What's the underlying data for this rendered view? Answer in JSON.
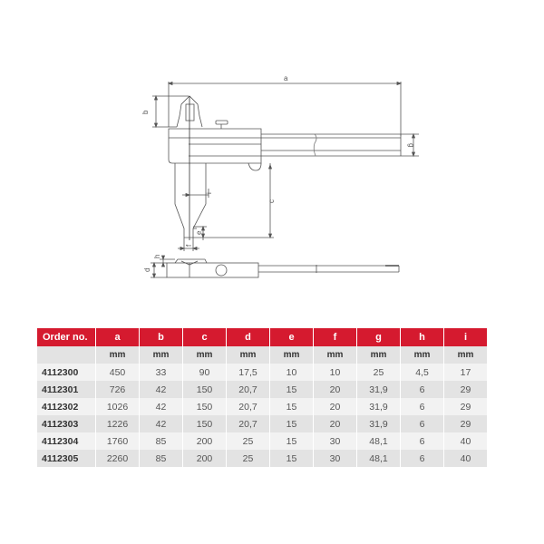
{
  "drawing": {
    "labels": {
      "a": "a",
      "b": "b",
      "c": "c",
      "d": "d",
      "e": "e",
      "f": "f",
      "g": "g",
      "h": "h",
      "i": "i"
    }
  },
  "table": {
    "headers": [
      "Order no.",
      "a",
      "b",
      "c",
      "d",
      "e",
      "f",
      "g",
      "h",
      "i"
    ],
    "units": [
      "",
      "mm",
      "mm",
      "mm",
      "mm",
      "mm",
      "mm",
      "mm",
      "mm",
      "mm"
    ],
    "rows": [
      [
        "4112300",
        "450",
        "33",
        "90",
        "17,5",
        "10",
        "10",
        "25",
        "4,5",
        "17"
      ],
      [
        "4112301",
        "726",
        "42",
        "150",
        "20,7",
        "15",
        "20",
        "31,9",
        "6",
        "29"
      ],
      [
        "4112302",
        "1026",
        "42",
        "150",
        "20,7",
        "15",
        "20",
        "31,9",
        "6",
        "29"
      ],
      [
        "4112303",
        "1226",
        "42",
        "150",
        "20,7",
        "15",
        "20",
        "31,9",
        "6",
        "29"
      ],
      [
        "4112304",
        "1760",
        "85",
        "200",
        "25",
        "15",
        "30",
        "48,1",
        "6",
        "40"
      ],
      [
        "4112305",
        "2260",
        "85",
        "200",
        "25",
        "15",
        "30",
        "48,1",
        "6",
        "40"
      ]
    ]
  },
  "colors": {
    "header_red": "#d51a2f",
    "row_light": "#f2f2f2",
    "row_dark": "#e3e3e3"
  }
}
